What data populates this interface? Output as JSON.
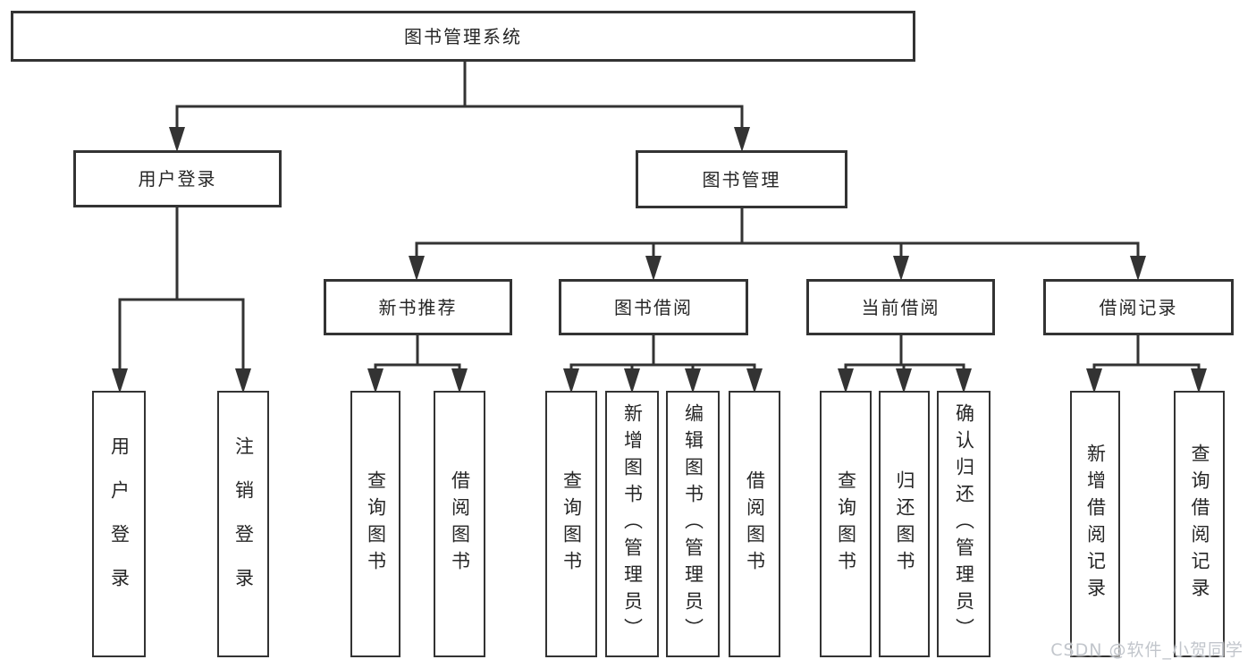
{
  "tree": {
    "label": "图书管理系统",
    "children": [
      {
        "label": "用户登录",
        "children": [
          {
            "label": "用户登录"
          },
          {
            "label": "注销登录"
          }
        ]
      },
      {
        "label": "图书管理",
        "children": [
          {
            "label": "新书推荐",
            "children": [
              {
                "label": "查询图书"
              },
              {
                "label": "借阅图书"
              }
            ]
          },
          {
            "label": "图书借阅",
            "children": [
              {
                "label": "查询图书"
              },
              {
                "label": "新增图书（管理员）"
              },
              {
                "label": "编辑图书（管理员）"
              },
              {
                "label": "借阅图书"
              }
            ]
          },
          {
            "label": "当前借阅",
            "children": [
              {
                "label": "查询图书"
              },
              {
                "label": "归还图书"
              },
              {
                "label": "确认归还（管理员）"
              }
            ]
          },
          {
            "label": "借阅记录",
            "children": [
              {
                "label": "新增借阅记录"
              },
              {
                "label": "查询借阅记录"
              }
            ]
          }
        ]
      }
    ]
  },
  "watermark": {
    "text": "CSDN @软件_小贺同学"
  },
  "colors": {
    "line": "#333333",
    "text": "#262626",
    "node_background": "#ffffff",
    "background": "#ffffff",
    "watermark": "#c2c6cc"
  }
}
